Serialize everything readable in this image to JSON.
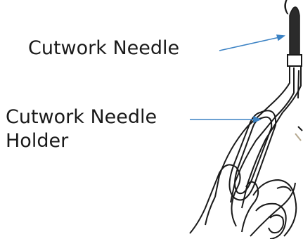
{
  "labels": {
    "needle": "Cutwork Needle",
    "holder_line1": "Cutwork Needle",
    "holder_line2": "Holder",
    "cropped_paren": "("
  },
  "colors": {
    "text": "#1a1a1a",
    "leader_line": "#3b82c4",
    "outline": "#1a1a1a",
    "needle_fill": "#2b2b2b"
  },
  "icons": [
    "cutwork-needle-illustration",
    "needle-holder-illustration",
    "hand-illustration"
  ]
}
